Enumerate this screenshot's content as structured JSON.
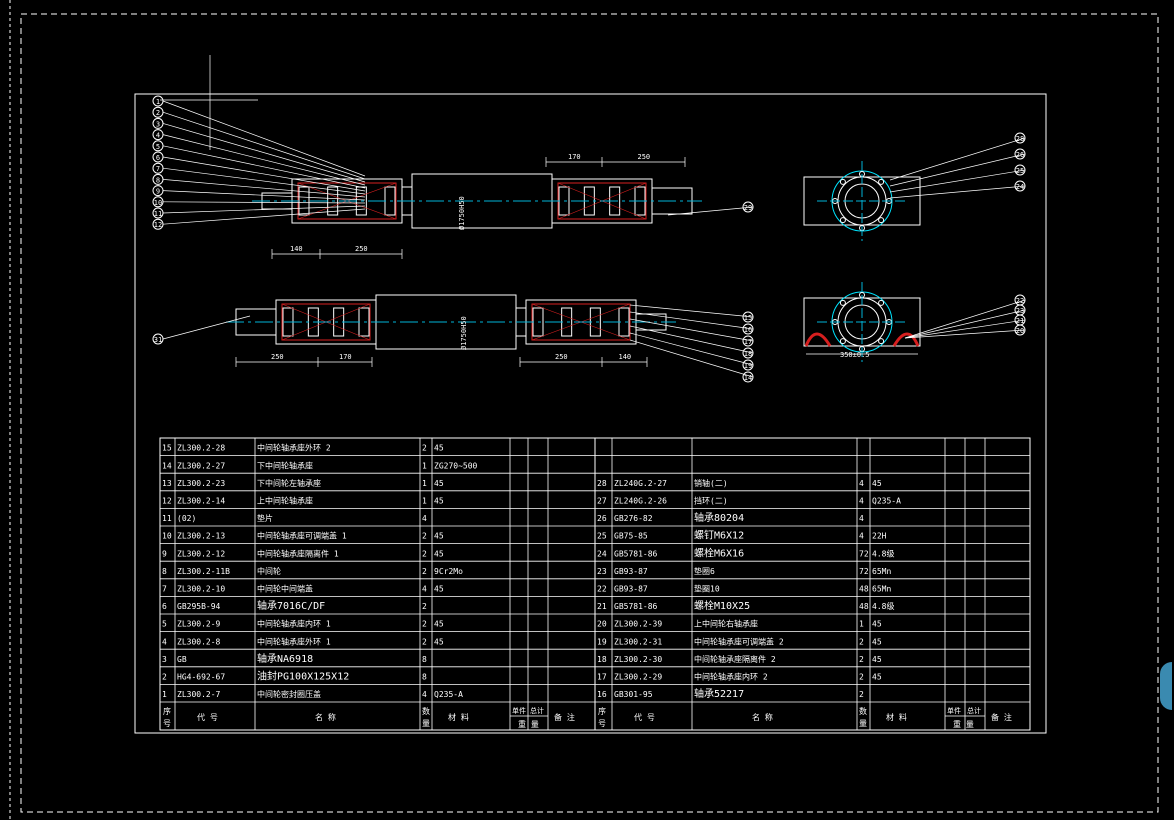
{
  "colors": {
    "background": "#000000",
    "line": "#ffffff",
    "center_line": "#00b4d8",
    "section": "#d61f1f",
    "highlight": "#00e5ff"
  },
  "drawing": {
    "balloons_top_left": [
      "1",
      "2",
      "3",
      "4",
      "5",
      "6",
      "7",
      "8",
      "9",
      "10",
      "11",
      "12"
    ],
    "balloon_top_right_end": "29",
    "balloon_bottom_left_end": "31",
    "balloons_bottom_right": [
      "15",
      "16",
      "17",
      "18",
      "19",
      "14"
    ],
    "balloons_side_top": [
      "28",
      "26",
      "25",
      "24"
    ],
    "balloons_side_bottom": [
      "22",
      "23",
      "21",
      "20"
    ],
    "dim_top_left": [
      "140",
      "250"
    ],
    "dim_top_right": [
      "170",
      "250"
    ],
    "dim_bottom_left": [
      "250",
      "170"
    ],
    "dim_bottom_right": [
      "250",
      "140"
    ],
    "dim_center_top": "Ø1750H50",
    "dim_center_bottom": "Ø1750H50",
    "dim_side_bottom": "350±0.5"
  },
  "bom": {
    "left_rows": [
      {
        "no": "15",
        "code": "ZL300.2-28",
        "name": "中间轮轴承座外环 2",
        "qty": "2",
        "mat": "45",
        "note": ""
      },
      {
        "no": "14",
        "code": "ZL300.2-27",
        "name": "下中间轮轴承座",
        "qty": "1",
        "mat": "ZG270~500",
        "note": ""
      },
      {
        "no": "13",
        "code": "ZL300.2-23",
        "name": "下中间轮左轴承座",
        "qty": "1",
        "mat": "45",
        "note": ""
      },
      {
        "no": "12",
        "code": "ZL300.2-14",
        "name": "上中间轮轴承座",
        "qty": "1",
        "mat": "45",
        "note": ""
      },
      {
        "no": "11",
        "code": "(02)",
        "name": "垫片",
        "qty": "4",
        "mat": "",
        "note": ""
      },
      {
        "no": "10",
        "code": "ZL300.2-13",
        "name": "中间轮轴承座可调端盖 1",
        "qty": "2",
        "mat": "45",
        "note": ""
      },
      {
        "no": "9",
        "code": "ZL300.2-12",
        "name": "中间轮轴承座隔离件 1",
        "qty": "2",
        "mat": "45",
        "note": ""
      },
      {
        "no": "8",
        "code": "ZL300.2-11B",
        "name": "中间轮",
        "qty": "2",
        "mat": "9Cr2Mo",
        "note": ""
      },
      {
        "no": "7",
        "code": "ZL300.2-10",
        "name": "中间轮中间端盖",
        "qty": "4",
        "mat": "45",
        "note": ""
      },
      {
        "no": "6",
        "code": "GB295B-94",
        "name": "轴承7016C/DF",
        "qty": "2",
        "mat": "",
        "note": ""
      },
      {
        "no": "5",
        "code": "ZL300.2-9",
        "name": "中间轮轴承座内环 1",
        "qty": "2",
        "mat": "45",
        "note": ""
      },
      {
        "no": "4",
        "code": "ZL300.2-8",
        "name": "中间轮轴承座外环 1",
        "qty": "2",
        "mat": "45",
        "note": ""
      },
      {
        "no": "3",
        "code": "GB",
        "name": "轴承NA6918",
        "qty": "8",
        "mat": "",
        "note": ""
      },
      {
        "no": "2",
        "code": "HG4-692-67",
        "name": "油封PG100X125X12",
        "qty": "8",
        "mat": "",
        "note": ""
      },
      {
        "no": "1",
        "code": "ZL300.2-7",
        "name": "中间轮密封圈压盖",
        "qty": "4",
        "mat": "Q235-A",
        "note": ""
      }
    ],
    "right_rows": [
      {
        "no": "",
        "code": "",
        "name": "",
        "qty": "",
        "mat": "",
        "note": ""
      },
      {
        "no": "",
        "code": "",
        "name": "",
        "qty": "",
        "mat": "",
        "note": ""
      },
      {
        "no": "28",
        "code": "ZL240G.2-27",
        "name": "销轴(二)",
        "qty": "4",
        "mat": "45",
        "note": ""
      },
      {
        "no": "27",
        "code": "ZL240G.2-26",
        "name": "挡环(二)",
        "qty": "4",
        "mat": "Q235-A",
        "note": ""
      },
      {
        "no": "26",
        "code": "GB276-82",
        "name": "轴承80204",
        "qty": "4",
        "mat": "",
        "note": ""
      },
      {
        "no": "25",
        "code": "GB75-85",
        "name": "螺钉M6X12",
        "qty": "4",
        "mat": "22H",
        "note": ""
      },
      {
        "no": "24",
        "code": "GB5781-86",
        "name": "螺栓M6X16",
        "qty": "72",
        "mat": "4.8级",
        "note": ""
      },
      {
        "no": "23",
        "code": "GB93-87",
        "name": "垫圈6",
        "qty": "72",
        "mat": "65Mn",
        "note": ""
      },
      {
        "no": "22",
        "code": "GB93-87",
        "name": "垫圈10",
        "qty": "48",
        "mat": "65Mn",
        "note": ""
      },
      {
        "no": "21",
        "code": "GB5781-86",
        "name": "螺栓M10X25",
        "qty": "48",
        "mat": "4.8级",
        "note": ""
      },
      {
        "no": "20",
        "code": "ZL300.2-39",
        "name": "上中间轮右轴承座",
        "qty": "1",
        "mat": "45",
        "note": ""
      },
      {
        "no": "19",
        "code": "ZL300.2-31",
        "name": "中间轮轴承座可调端盖 2",
        "qty": "2",
        "mat": "45",
        "note": ""
      },
      {
        "no": "18",
        "code": "ZL300.2-30",
        "name": "中间轮轴承座隔离件 2",
        "qty": "2",
        "mat": "45",
        "note": ""
      },
      {
        "no": "17",
        "code": "ZL300.2-29",
        "name": "中间轮轴承座内环 2",
        "qty": "2",
        "mat": "45",
        "note": ""
      },
      {
        "no": "16",
        "code": "GB301-95",
        "name": "轴承52217",
        "qty": "2",
        "mat": "",
        "note": ""
      }
    ],
    "header": {
      "no": "序号",
      "code": "代  号",
      "name": "名   称",
      "qty": "数量",
      "mat": "材  料",
      "single": "单件",
      "total": "总计",
      "weight": "重  量",
      "remark": "备 注"
    }
  }
}
